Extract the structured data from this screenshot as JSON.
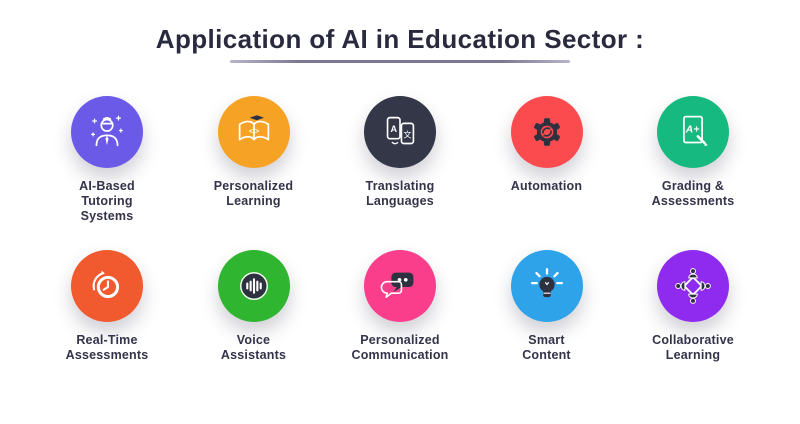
{
  "title": {
    "text": "Application of AI in Education Sector :",
    "text_color": "#292a3e",
    "underline_color": "#7d7795"
  },
  "icon_ink": "#2e3140",
  "cards": [
    {
      "name": "ai-based-tutoring-systems",
      "label": "AI-Based\nTutoring\nSystems",
      "color": "#6b5ae8",
      "icon": "teacher-avatar-icon"
    },
    {
      "name": "personalized-learning",
      "label": "Personalized\nLearning",
      "color": "#f6a325",
      "icon": "book-code-icon",
      "glyph": "</>"
    },
    {
      "name": "translating-languages",
      "label": "Translating\nLanguages",
      "color": "#343747",
      "icon": "language-translate-icon",
      "glyph_left": "A",
      "glyph_right": "文"
    },
    {
      "name": "automation",
      "label": "Automation",
      "color": "#fb4b4e",
      "icon": "gear-sync-icon"
    },
    {
      "name": "grading-assessments",
      "label": "Grading &\nAssessments",
      "color": "#16b97f",
      "icon": "graded-paper-icon",
      "glyph": "A+"
    },
    {
      "name": "real-time-assessments",
      "label": "Real-Time\nAssessments",
      "color": "#f1592e",
      "icon": "timer-clock-icon"
    },
    {
      "name": "voice-assistants",
      "label": "Voice\nAssistants",
      "color": "#2fb52f",
      "icon": "voice-wave-icon"
    },
    {
      "name": "personalized-communication",
      "label": "Personalized\nCommunication",
      "color": "#fb3e8c",
      "icon": "chat-bubbles-icon"
    },
    {
      "name": "smart-content",
      "label": "Smart\nContent",
      "color": "#2fa3e9",
      "icon": "lightbulb-icon"
    },
    {
      "name": "collaborative-learning",
      "label": "Collaborative\nLearning",
      "color": "#8e2bef",
      "icon": "collaboration-icon"
    }
  ]
}
